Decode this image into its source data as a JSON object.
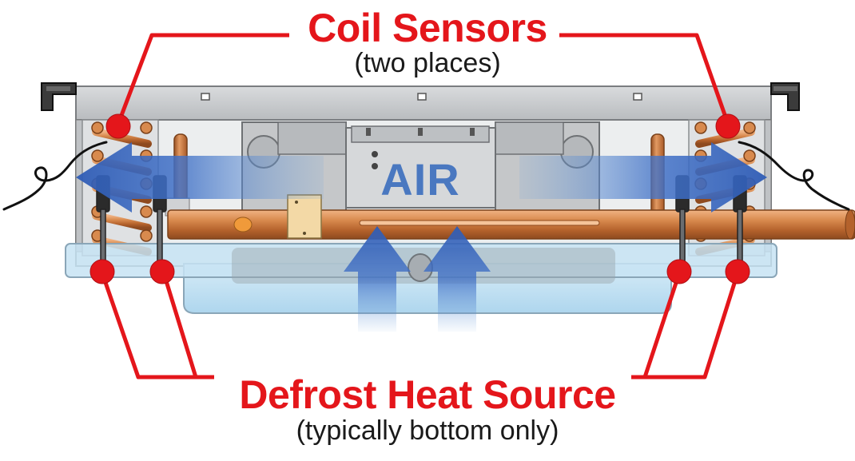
{
  "labels": {
    "coil_sensors": "Coil Sensors",
    "coil_sensors_sub": "(two places)",
    "air": "AIR",
    "defrost": "Defrost Heat Source",
    "defrost_sub": "(typically bottom only)"
  },
  "colors": {
    "callout_red": "#e4161b",
    "air_blue": "#3f6fc6",
    "copper": "#c8773c",
    "housing_gray": "#c9cbcd",
    "tray_blue": "#bfe0f3"
  }
}
